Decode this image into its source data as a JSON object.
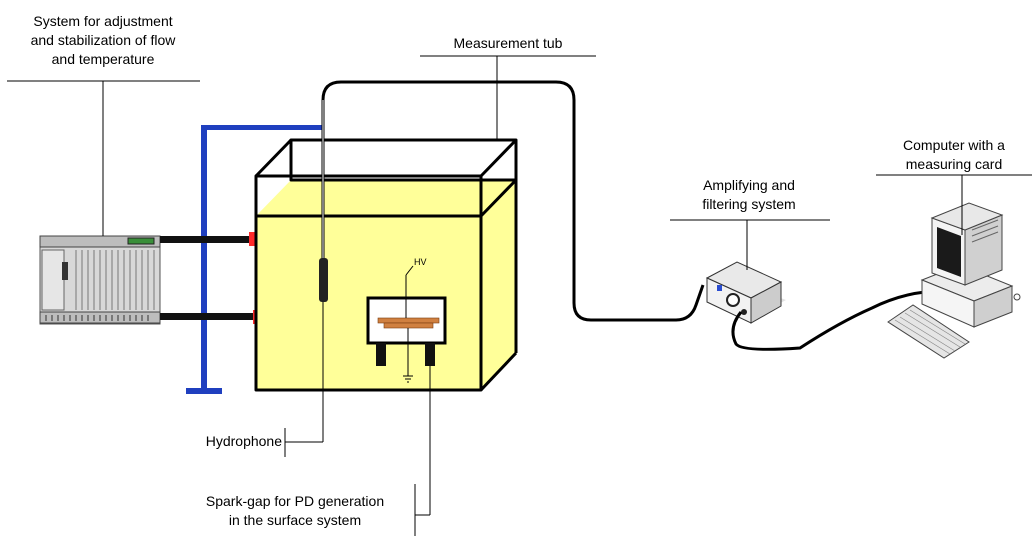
{
  "labels": {
    "system": [
      "System for adjustment",
      "and stabilization of flow",
      "and temperature"
    ],
    "tub": "Measurement tub",
    "computer": [
      "Computer with a",
      "measuring card"
    ],
    "amplifier": [
      "Amplifying and",
      "filtering system"
    ],
    "hydrophone": "Hydrophone",
    "sparkgap": [
      "Spark-gap for PD generation",
      "in the surface system"
    ],
    "hv": "HV"
  },
  "colors": {
    "water": "#ffff99",
    "pipe": "#1f3fbf",
    "connector": "#ff2a2a",
    "electrode": "#d08040",
    "line": "#000000"
  }
}
